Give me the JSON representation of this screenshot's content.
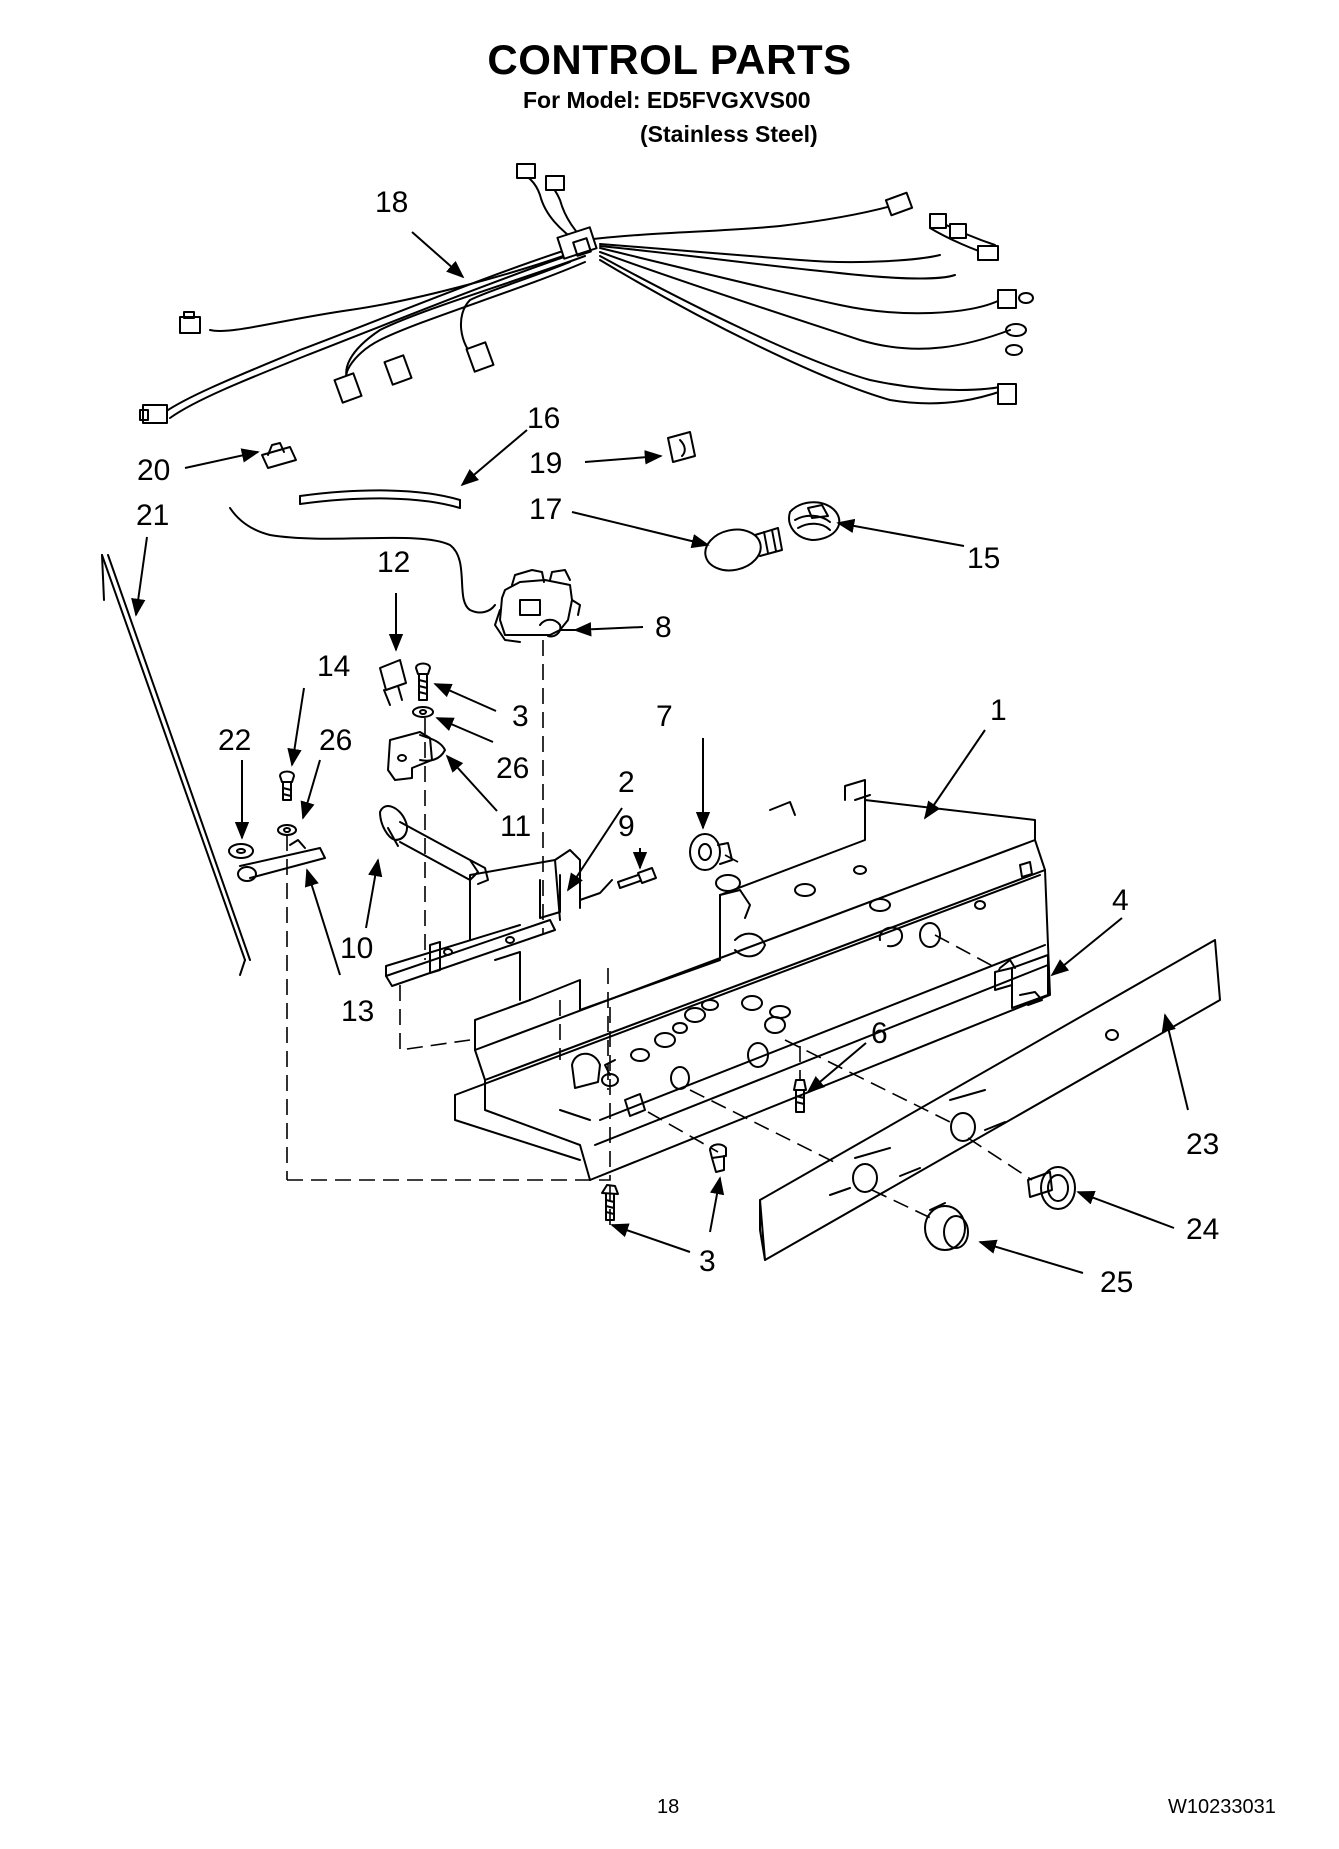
{
  "header": {
    "title": "CONTROL PARTS",
    "model_line": "For Model: ED5FVGXVS00",
    "finish_line": "(Stainless Steel)"
  },
  "callouts": [
    {
      "id": "c18",
      "label": "18"
    },
    {
      "id": "c16",
      "label": "16"
    },
    {
      "id": "c20",
      "label": "20"
    },
    {
      "id": "c19",
      "label": "19"
    },
    {
      "id": "c21",
      "label": "21"
    },
    {
      "id": "c17",
      "label": "17"
    },
    {
      "id": "c15",
      "label": "15"
    },
    {
      "id": "c12",
      "label": "12"
    },
    {
      "id": "c8",
      "label": "8"
    },
    {
      "id": "c14",
      "label": "14"
    },
    {
      "id": "c3a",
      "label": "3"
    },
    {
      "id": "c7",
      "label": "7"
    },
    {
      "id": "c1",
      "label": "1"
    },
    {
      "id": "c22",
      "label": "22"
    },
    {
      "id": "c26a",
      "label": "26"
    },
    {
      "id": "c26b",
      "label": "26"
    },
    {
      "id": "c2",
      "label": "2"
    },
    {
      "id": "c11",
      "label": "11"
    },
    {
      "id": "c9",
      "label": "9"
    },
    {
      "id": "c4",
      "label": "4"
    },
    {
      "id": "c10",
      "label": "10"
    },
    {
      "id": "c13",
      "label": "13"
    },
    {
      "id": "c6",
      "label": "6"
    },
    {
      "id": "c23",
      "label": "23"
    },
    {
      "id": "c24",
      "label": "24"
    },
    {
      "id": "c3b",
      "label": "3"
    },
    {
      "id": "c25",
      "label": "25"
    }
  ],
  "footer": {
    "page_number": "18",
    "document_number": "W10233031"
  }
}
